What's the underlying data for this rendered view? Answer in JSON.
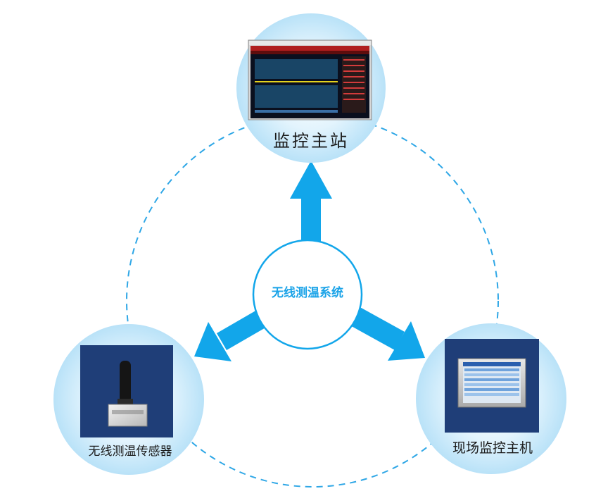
{
  "center": {
    "label": "无线测温系统"
  },
  "nodes": {
    "top": {
      "label": "监控主站",
      "image": "monitoring-software-screenshot"
    },
    "left": {
      "label": "无线测温传感器",
      "image": "wireless-sensor-device"
    },
    "right": {
      "label": "现场监控主机",
      "image": "touch-panel-monitor"
    }
  },
  "colors": {
    "bubble": "#cdebfa",
    "arrow": "#12a6ea",
    "center_text": "#1aa3e8",
    "dashed_ring": "#2fa7e6",
    "device_bg": "#1f3e78"
  }
}
